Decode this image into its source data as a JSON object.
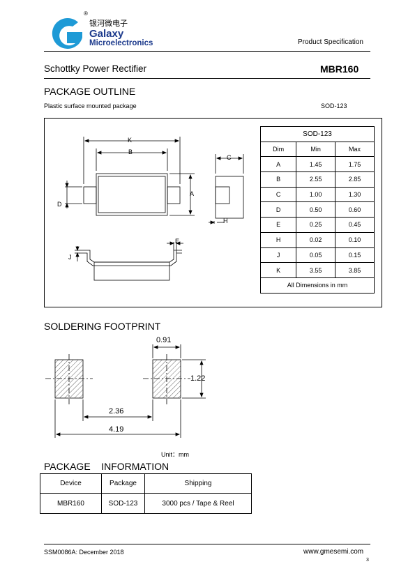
{
  "header": {
    "logo_cn": "银河微电子",
    "logo_name": "Galaxy",
    "logo_sub": "Microelectronics",
    "registered": "®",
    "spec_label": "Product Specification"
  },
  "title": {
    "product_type": "Schottky Power Rectifier",
    "part_number": "MBR160"
  },
  "package_outline": {
    "heading": "PACKAGE OUTLINE",
    "description": "Plastic surface mounted package",
    "package_name": "SOD-123",
    "drawing_labels": {
      "K": "K",
      "B": "B",
      "A": "A",
      "C": "C",
      "D": "D",
      "H": "H",
      "E": "E",
      "J": "J"
    },
    "dim_table": {
      "title": "SOD-123",
      "headers": [
        "Dim",
        "Min",
        "Max"
      ],
      "rows": [
        [
          "A",
          "1.45",
          "1.75"
        ],
        [
          "B",
          "2.55",
          "2.85"
        ],
        [
          "C",
          "1.00",
          "1.30"
        ],
        [
          "D",
          "0.50",
          "0.60"
        ],
        [
          "E",
          "0.25",
          "0.45"
        ],
        [
          "H",
          "0.02",
          "0.10"
        ],
        [
          "J",
          "0.05",
          "0.15"
        ],
        [
          "K",
          "3.55",
          "3.85"
        ]
      ],
      "footer": "All Dimensions in mm"
    }
  },
  "soldering_footprint": {
    "heading": "SOLDERING FOOTPRINT",
    "pad_width": "0.91",
    "pad_height": "1.22",
    "inner_gap": "2.36",
    "outer_span": "4.19",
    "unit": "Unit：mm"
  },
  "package_information": {
    "heading": "PACKAGE    INFORMATION",
    "headers": [
      "Device",
      "Package",
      "Shipping"
    ],
    "row": [
      "MBR160",
      "SOD-123",
      "3000 pcs / Tape & Reel"
    ]
  },
  "footer": {
    "doc_code": "SSM0086A: December 2018",
    "website": "www.gmesemi.com",
    "page_number": "3"
  }
}
